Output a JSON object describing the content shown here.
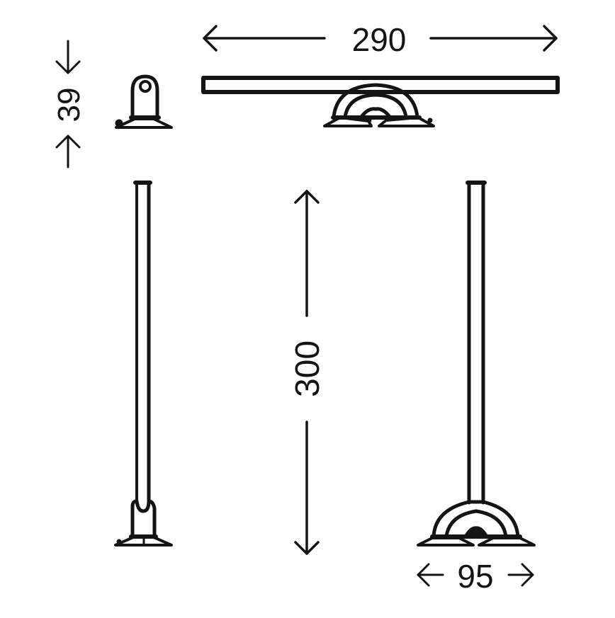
{
  "diagram": {
    "title": "Lamp dimension drawing",
    "colors": {
      "stroke": "#141414",
      "background": "#ffffff"
    },
    "dimensions": {
      "width": {
        "label": "290",
        "orientation": "horizontal"
      },
      "height_head": {
        "label": "39",
        "orientation": "vertical"
      },
      "height_total": {
        "label": "300",
        "orientation": "vertical"
      },
      "base_width": {
        "label": "95",
        "orientation": "horizontal"
      }
    },
    "views": [
      {
        "id": "side-view-head",
        "description": "Side view of lamp head"
      },
      {
        "id": "front-view-top",
        "description": "Top/front view of lamp bar and base"
      },
      {
        "id": "side-view-full",
        "description": "Side view of full lamp"
      },
      {
        "id": "front-view-full",
        "description": "Front view of full lamp"
      }
    ]
  }
}
